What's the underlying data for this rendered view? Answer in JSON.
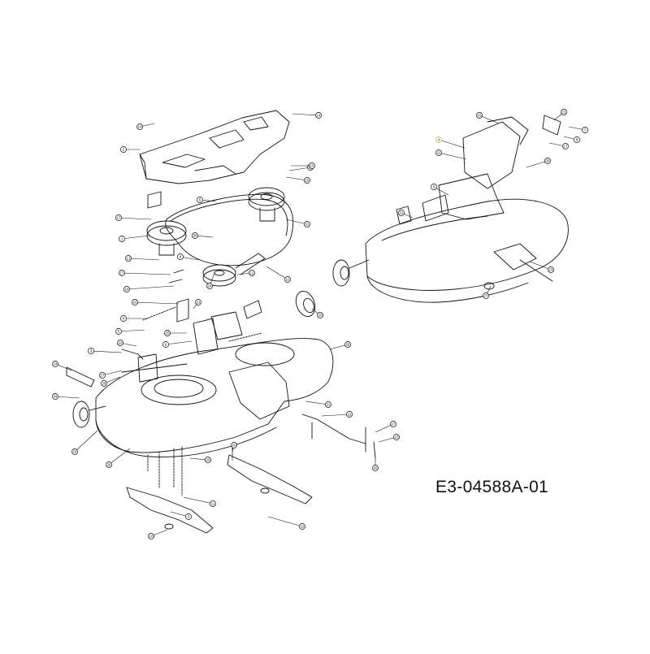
{
  "drawing": {
    "reference_code": "E3-04588A-01",
    "highlight_color": "#d6b13a",
    "line_color": "#111111"
  },
  "callouts": [
    "14",
    "2",
    "14",
    "19",
    "19",
    "15",
    "17",
    "1",
    "31",
    "13",
    "17",
    "18",
    "16",
    "4",
    "5",
    "22",
    "3",
    "24",
    "34",
    "25",
    "26",
    "28",
    "27",
    "6",
    "30",
    "8",
    "10",
    "12",
    "24",
    "21",
    "25",
    "9",
    "20",
    "26",
    "21",
    "11",
    "27",
    "23",
    "28",
    "20",
    "29",
    "11",
    "3",
    "10",
    "16",
    "15",
    "21",
    "7",
    "8",
    "17",
    "30",
    "22",
    "31",
    "6",
    "27",
    "23",
    "4"
  ]
}
